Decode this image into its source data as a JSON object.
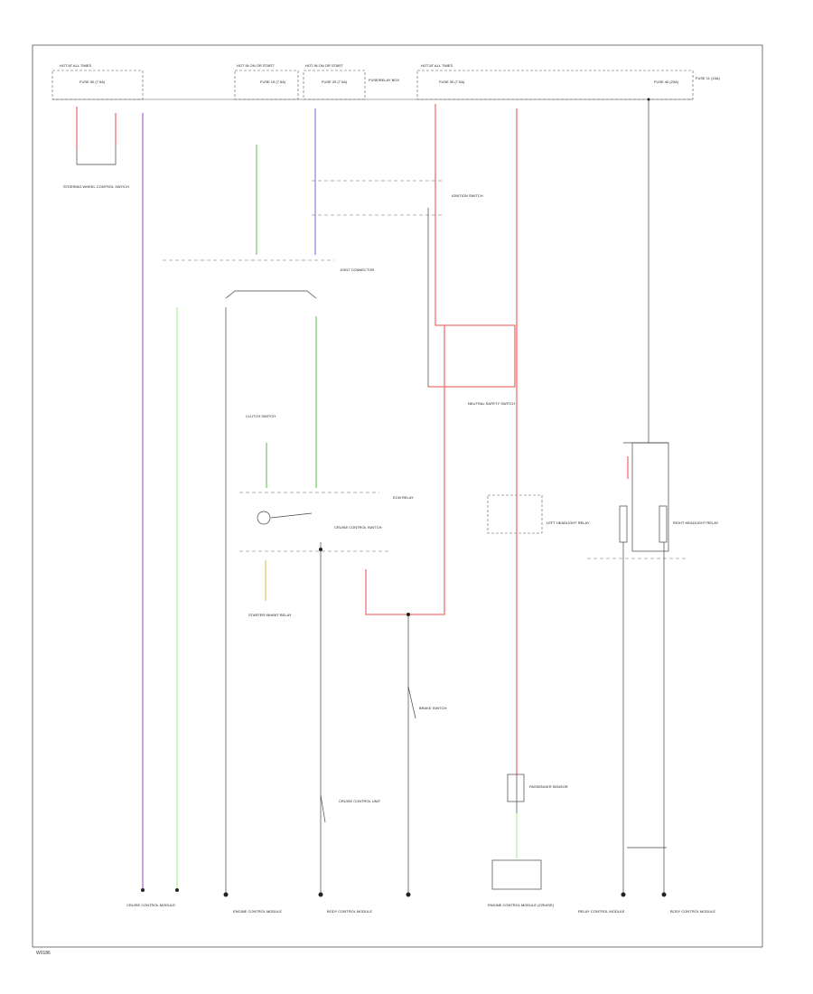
{
  "diagram": {
    "footer_code": "W0186",
    "wire_colors": {
      "violet": "#b070d0",
      "green": "#7ccc6c",
      "light_green": "#b8f0a8",
      "blue": "#8888ee",
      "red": "#f07070",
      "yellow": "#d8d060",
      "black": "#222222"
    },
    "labels": {
      "fuse_box_1": "HOT AT ALL TIMES",
      "fuse_box_2": "HOT IN ON OR START",
      "fuse_box_3": "HOT IN ON OR START",
      "fuse_box_4": "HOT AT ALL TIMES",
      "power_label": "FUSE/RELAY BOX",
      "fuse_a": "FUSE 50 (7.5A)",
      "fuse_b": "FUSE 15 (7.5A)",
      "fuse_c": "FUSE 20 (7.5A)",
      "fuse_d": "FUSE 30 (7.5A)",
      "fuse_e": "FUSE 40 (20A)",
      "fuse_f": "FUSE 11 (15A)",
      "steering_switch": "STEERING WHEEL CONTROL SWITCH",
      "ignition": "IGNITION SWITCH",
      "junction": "JOINT CONNECTOR",
      "nss": "NEUTRAL SAFETY SWITCH",
      "clutch": "CLUTCH SWITCH",
      "ecm_relay": "ECM RELAY",
      "cruise_switch": "CRUISE CONTROL SWITCH",
      "brake_switch": "BRAKE SWITCH",
      "left_relay": "LEFT HEADLIGHT RELAY",
      "right_relay": "RIGHT HEADLIGHT RELAY",
      "starter_inhibit": "STARTER INHIBIT RELAY",
      "cruise_unit": "CRUISE CONTROL UNIT",
      "passenger_sensor": "PASSENGER SENSOR",
      "bottom_1": "CRUISE CONTROL MODULE",
      "bottom_2": "ENGINE CONTROL MODULE",
      "bottom_3": "BODY CONTROL MODULE",
      "bottom_4": "ENGINE CONTROL MODULE (CRUISE)",
      "bottom_5": "RELAY CONTROL MODULE",
      "bottom_6": "BODY CONTROL MODULE"
    }
  }
}
